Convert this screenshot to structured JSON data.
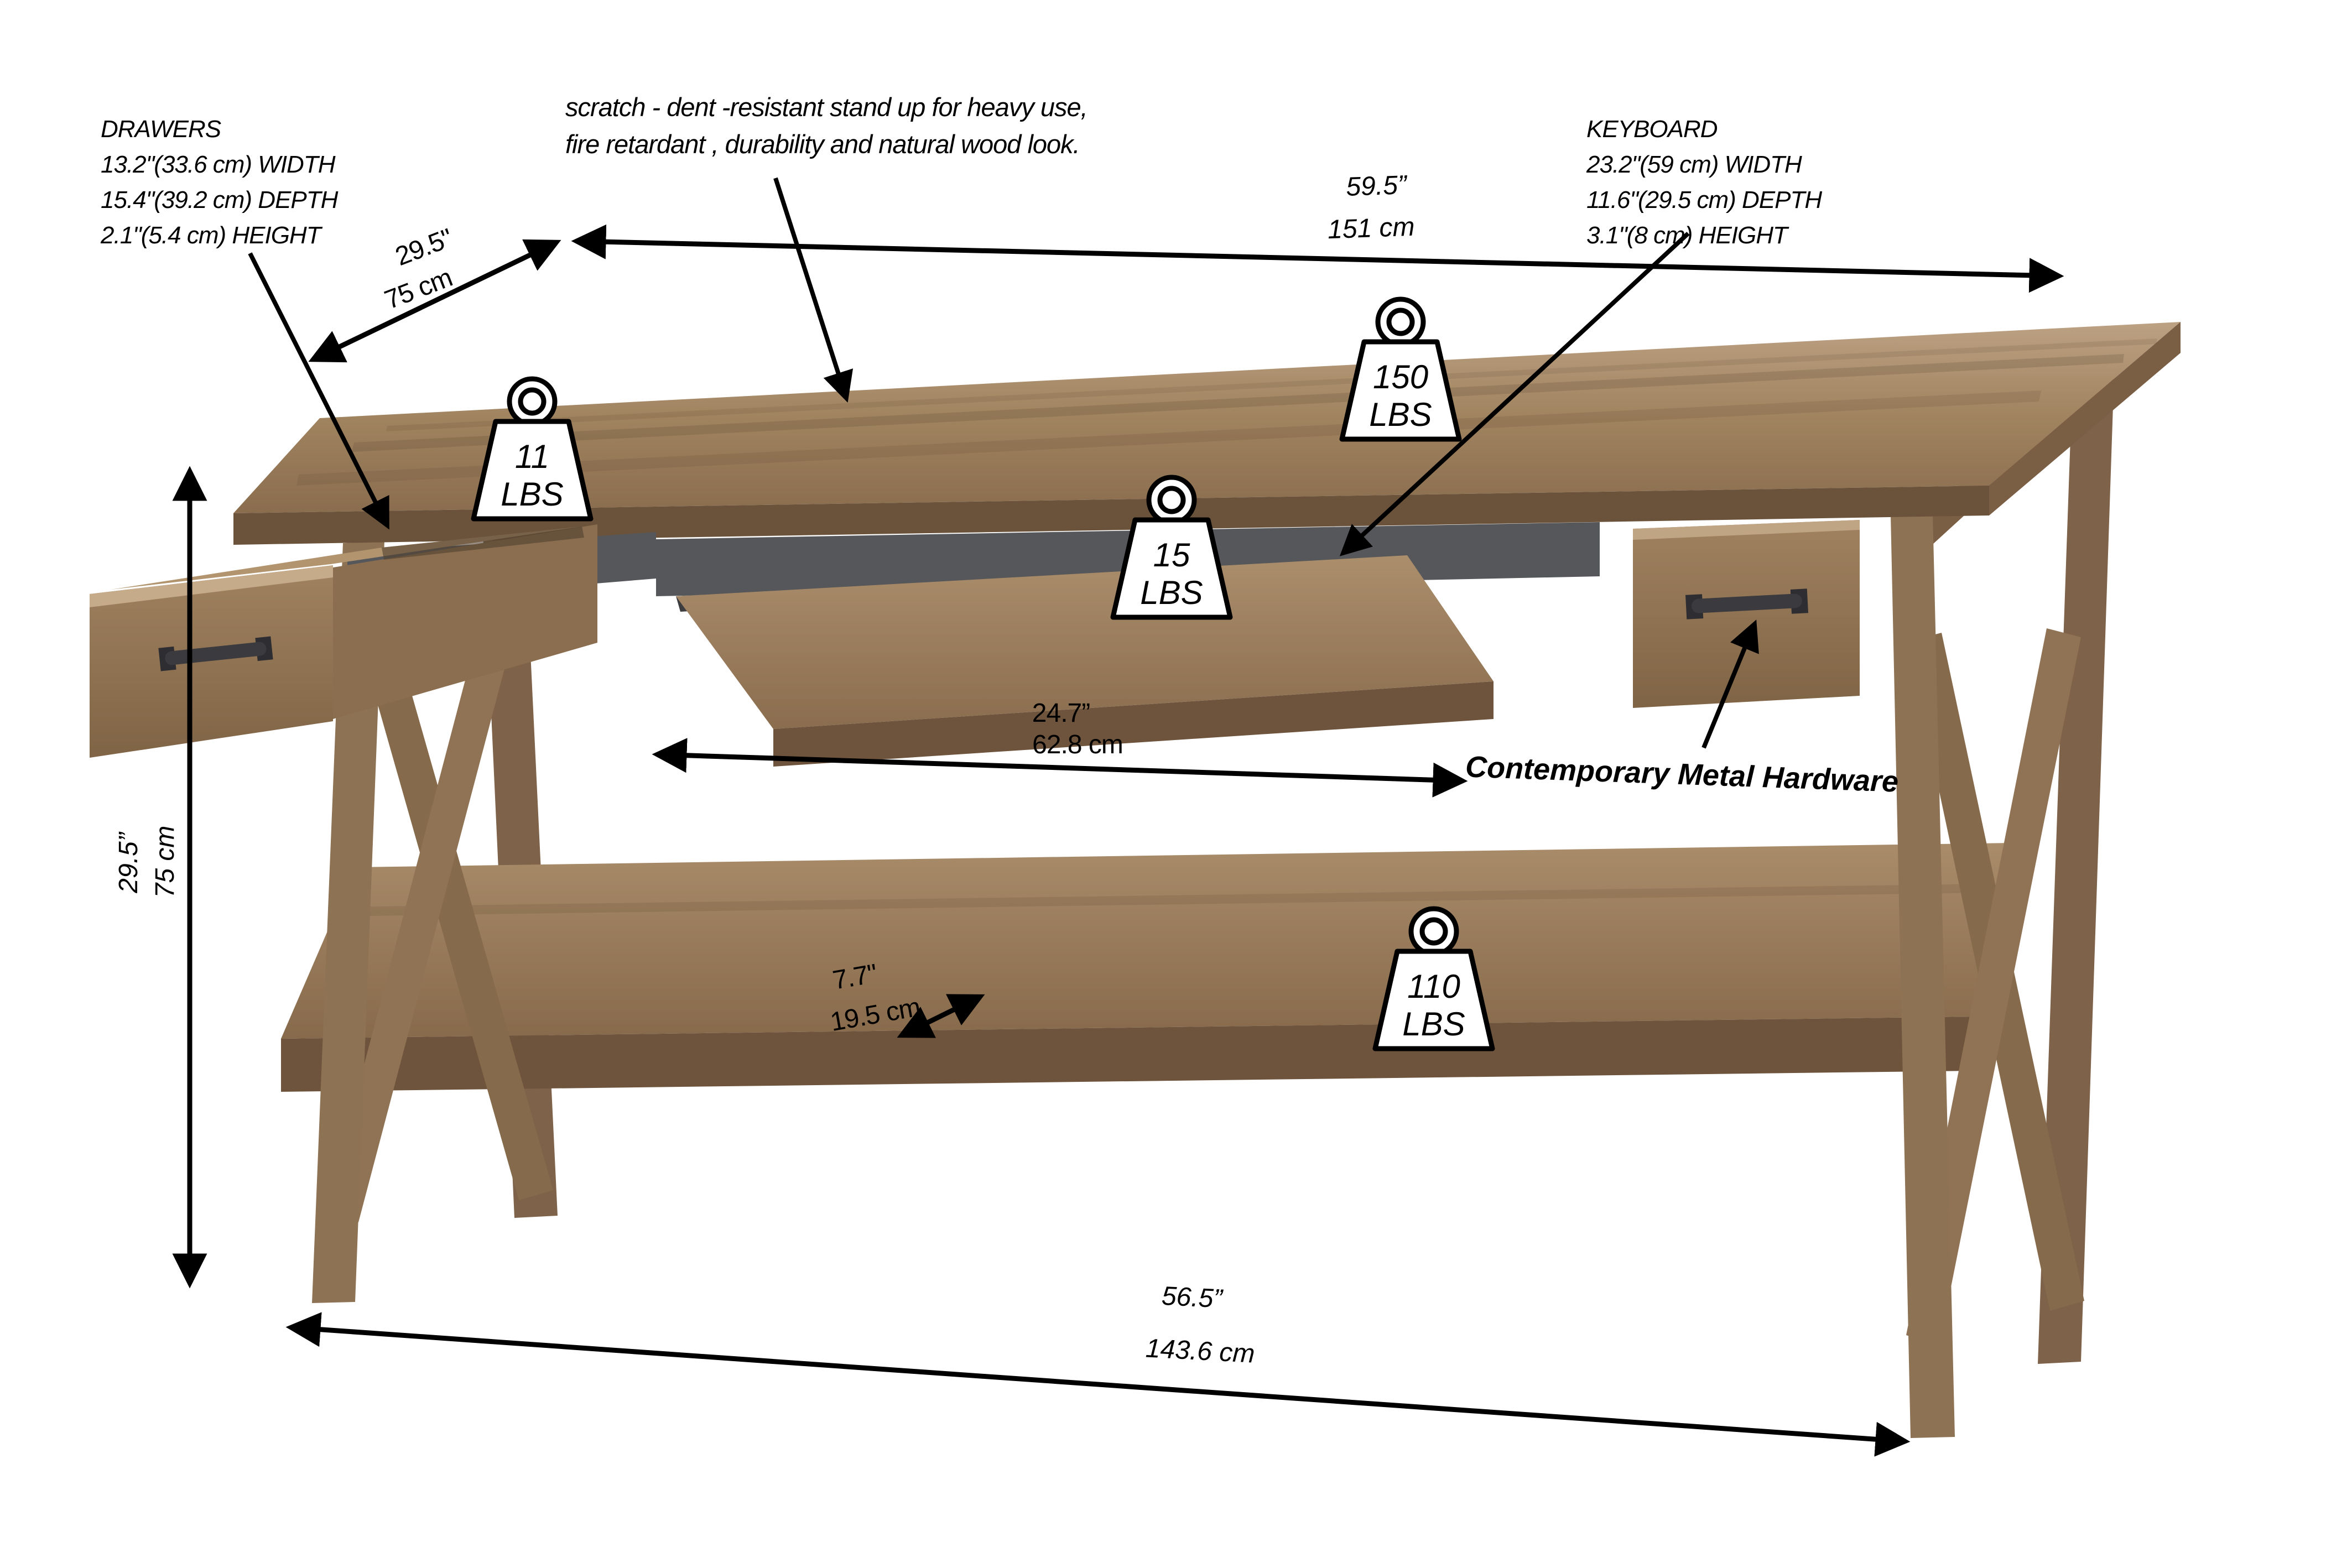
{
  "page": {
    "background": "#ffffff",
    "description": "Dimension and capacity diagram of a rustic X-frame writing desk with open drawer, pull-out keyboard tray and lower shelf"
  },
  "product": {
    "drawers_spec": {
      "title": "DRAWERS",
      "width": "13.2\"(33.6 cm) WIDTH",
      "depth": "15.4\"(39.2 cm) DEPTH",
      "height": "2.1\"(5.4 cm) HEIGHT"
    },
    "keyboard_spec": {
      "title": "KEYBOARD",
      "width": "23.2\"(59 cm) WIDTH",
      "depth": "11.6\"(29.5 cm) DEPTH",
      "height": "3.1\"(8 cm) HEIGHT"
    },
    "surface_note_line1": "scratch - dent -resistant stand up for heavy use,",
    "surface_note_line2": "fire retardant , durability and natural wood look.",
    "hardware_note": "Contemporary Metal Hardware"
  },
  "dimensions": {
    "desktop_width": {
      "inches": "59.5”",
      "metric": "151 cm"
    },
    "desktop_depth": {
      "inches": "29.5\"",
      "metric": "75 cm"
    },
    "overall_height": {
      "inches": "29.5”",
      "metric": "75 cm"
    },
    "keyboard_tray_width": {
      "inches": "24.7”",
      "metric": "62.8 cm"
    },
    "shelf_depth": {
      "inches": "7.7\"",
      "metric": "19.5 cm"
    },
    "base_width": {
      "inches": "56.5”",
      "metric": "143.6 cm"
    }
  },
  "weight_capacities": {
    "drawer": {
      "value": "11",
      "unit": "LBS"
    },
    "desktop": {
      "value": "150",
      "unit": "LBS"
    },
    "keyboard_tray": {
      "value": "15",
      "unit": "LBS"
    },
    "shelf": {
      "value": "110",
      "unit": "LBS"
    }
  },
  "colors": {
    "wood_light": "#bca183",
    "wood_mid": "#96795a",
    "wood_dark": "#6b533b",
    "slot_gray": "#56575b",
    "metal": "#3b3b3f",
    "line": "#000000"
  }
}
